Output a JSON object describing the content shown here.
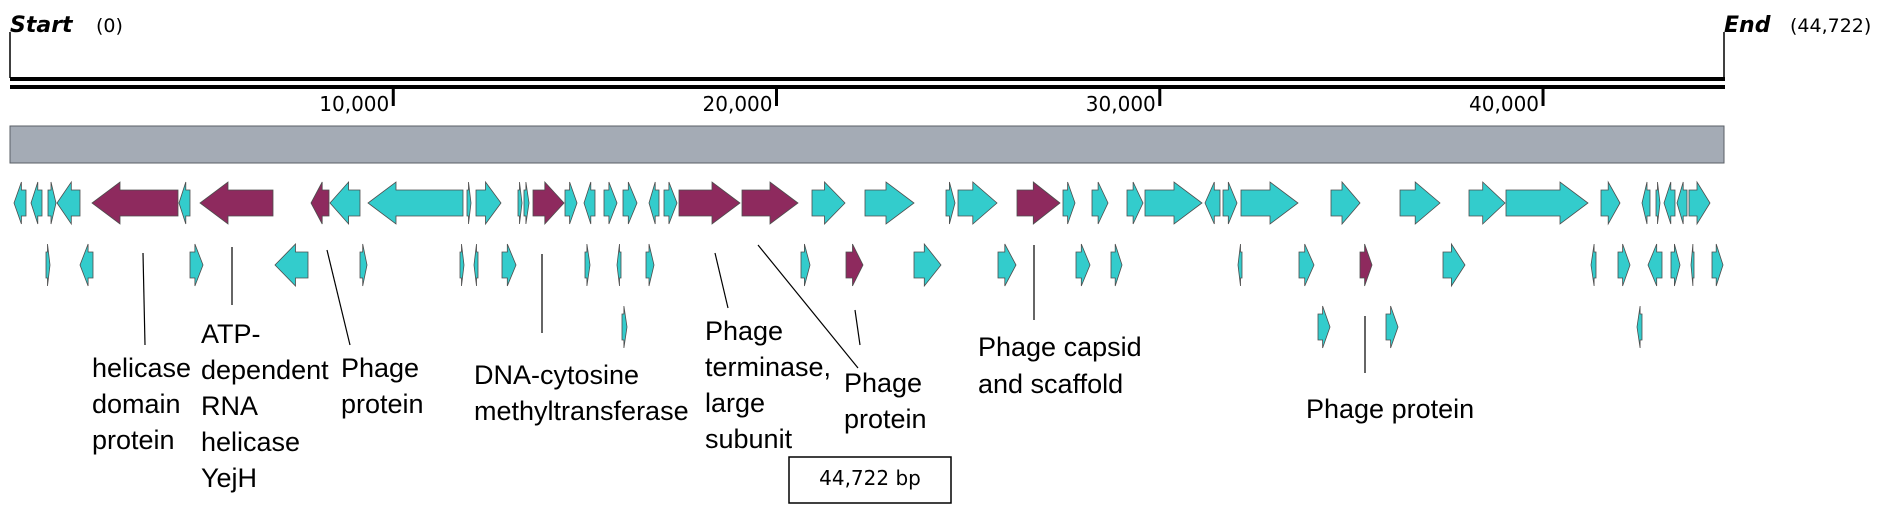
{
  "sequence": {
    "start_label": "Start",
    "start_value": "(0)",
    "end_label": "End",
    "end_value": "(44,722)",
    "length": 44722,
    "length_label": "44,722 bp"
  },
  "ticks": [
    {
      "value": 10000,
      "label": "10,000"
    },
    {
      "value": 20000,
      "label": "20,000"
    },
    {
      "value": 30000,
      "label": "30,000"
    },
    {
      "value": 40000,
      "label": "40,000"
    }
  ],
  "colors": {
    "highlight": "#8e2a5e",
    "other": "#33cccc",
    "track": "#a4abb5"
  },
  "annotations": [
    {
      "label": "helicase domain protein",
      "lines": [
        "helicase",
        "domain",
        "protein"
      ]
    },
    {
      "label": "ATP-dependent RNA helicase YejH",
      "lines": [
        "ATP-",
        "dependent",
        "RNA",
        "helicase",
        "YejH"
      ]
    },
    {
      "label": "Phage protein",
      "lines": [
        "Phage",
        "protein"
      ]
    },
    {
      "label": "DNA-cytosine methyltransferase",
      "lines": [
        "DNA-cytosine",
        "methyltransferase"
      ]
    },
    {
      "label": "Phage terminase, large subunit",
      "lines": [
        "Phage",
        "terminase,",
        "large",
        "subunit"
      ]
    },
    {
      "label": "Phage protein",
      "lines": [
        "Phage",
        "protein"
      ]
    },
    {
      "label": "Phage capsid and scaffold",
      "lines": [
        "Phage capsid",
        "and scaffold"
      ]
    },
    {
      "label": "Phage protein",
      "lines": [
        "Phage protein"
      ]
    }
  ]
}
